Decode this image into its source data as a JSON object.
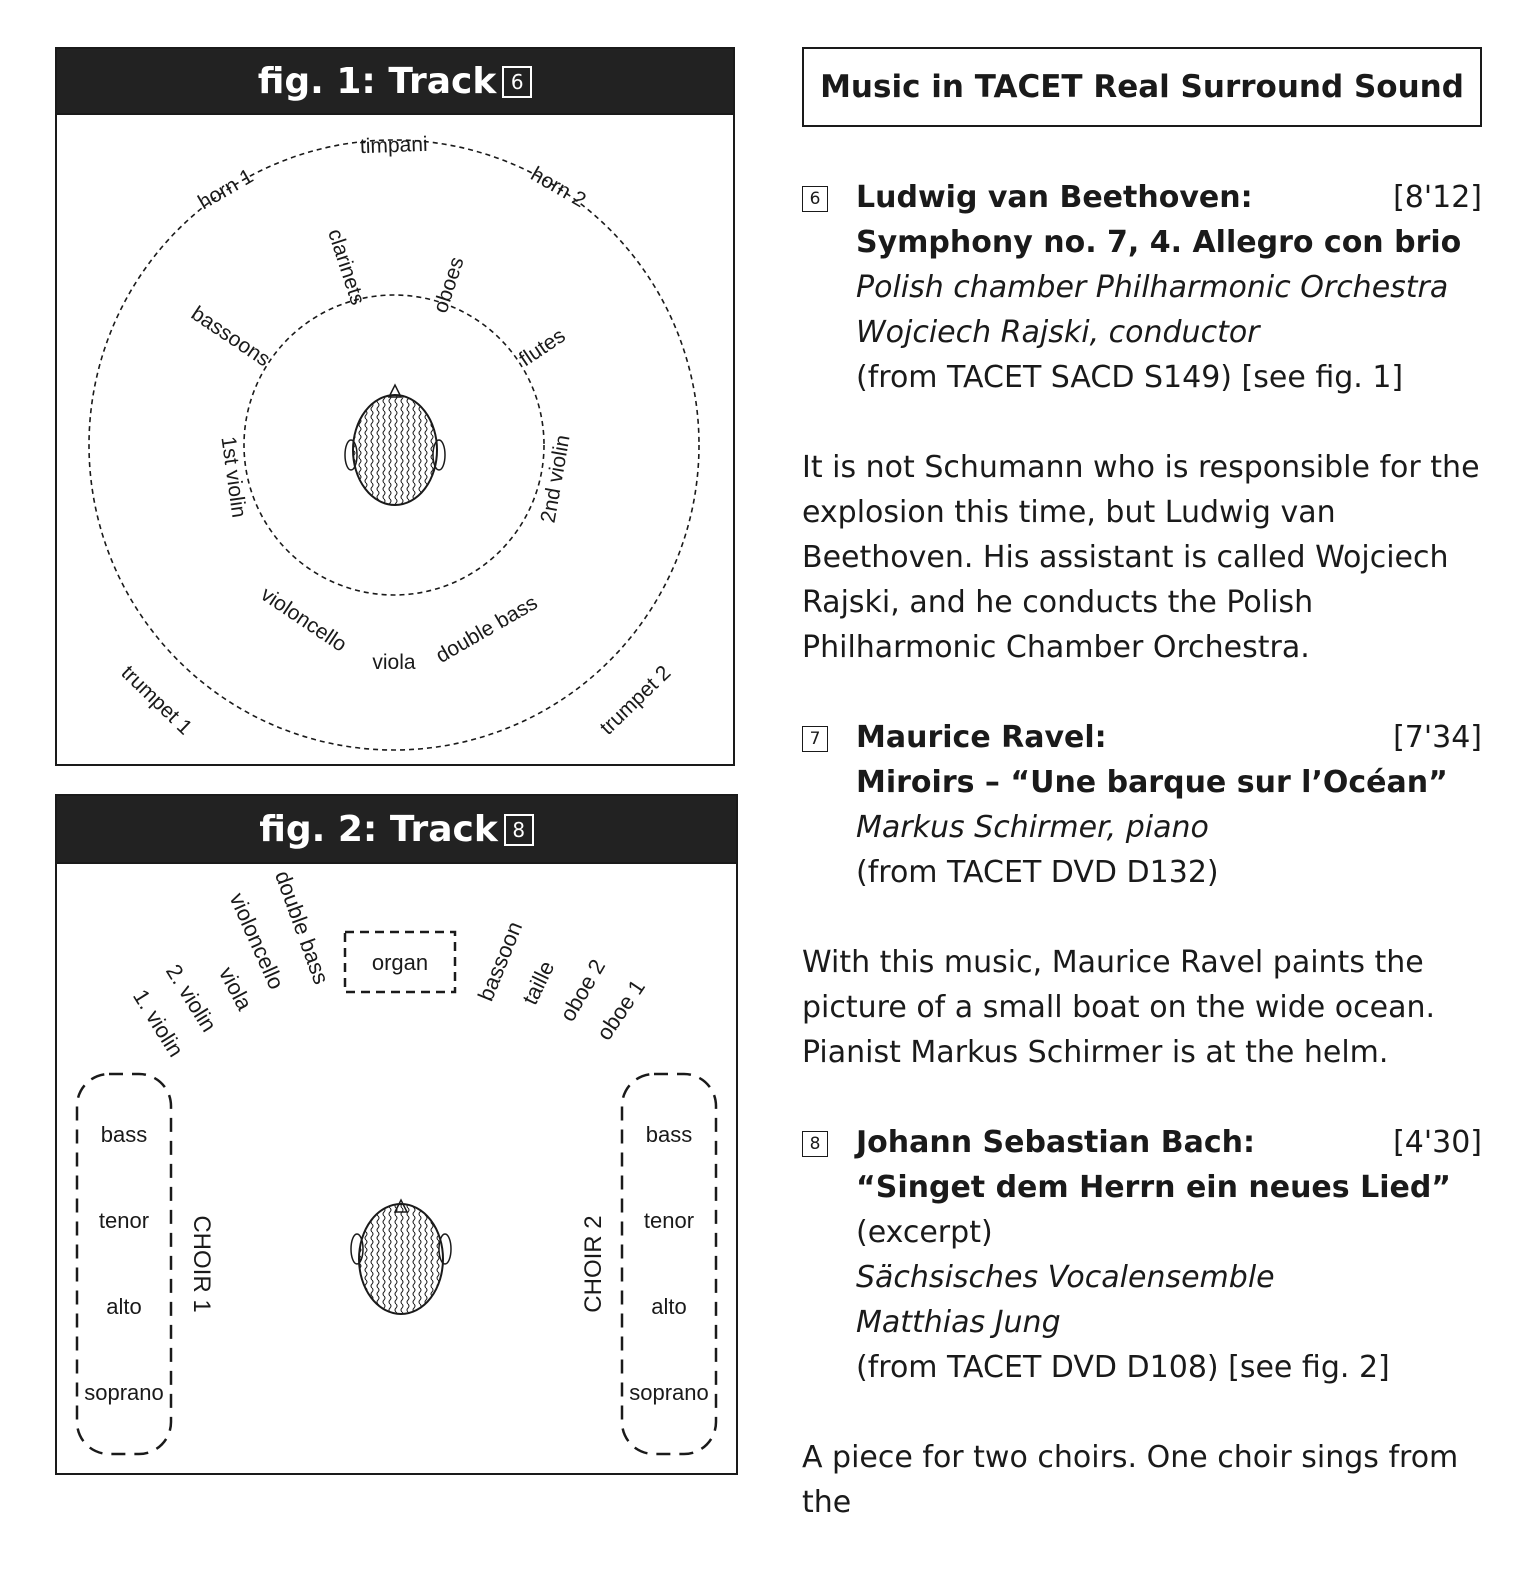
{
  "fig1": {
    "title": "fig. 1: Track",
    "track_num": "6",
    "labels": {
      "timpani": "timpani",
      "horn1": "horn 1",
      "horn2": "horn 2",
      "clarinets": "clarinets",
      "oboes": "oboes",
      "bassoons": "bassoons",
      "flutes": "flutes",
      "violin1": "1st violin",
      "violin2": "2nd violin",
      "violoncello": "violoncello",
      "viola": "viola",
      "doublebass": "double bass",
      "trumpet1": "trumpet 1",
      "trumpet2": "trumpet 2"
    }
  },
  "fig2": {
    "title": "fig. 2: Track",
    "track_num": "8",
    "labels": {
      "violin1": "1. violin",
      "violin2": "2. violin",
      "viola": "viola",
      "violoncello": "violoncello",
      "doublebass": "double bass",
      "organ": "organ",
      "bassoon": "bassoon",
      "taille": "taille",
      "oboe2": "oboe 2",
      "oboe1": "oboe 1"
    },
    "choir1": {
      "label": "CHOIR 1",
      "voices": [
        "bass",
        "tenor",
        "alto",
        "soprano"
      ]
    },
    "choir2": {
      "label": "CHOIR 2",
      "voices": [
        "bass",
        "tenor",
        "alto",
        "soprano"
      ]
    }
  },
  "right": {
    "title": "Music in TACET Real Surround Sound",
    "tracks": [
      {
        "num": "6",
        "composer": "Ludwig van Beethoven:",
        "duration": "[8'12]",
        "work": "Symphony no. 7, 4. Allegro con brio",
        "performers": [
          "Polish chamber Philharmonic Orchestra",
          "Wojciech Rajski, conductor"
        ],
        "source": "(from TACET SACD S149) [see fig. 1]"
      },
      {
        "num": "7",
        "composer": "Maurice Ravel:",
        "duration": "[7'34]",
        "work": "Miroirs – “Une barque sur l’Océan”",
        "performers": [
          "Markus Schirmer, piano"
        ],
        "source": "(from TACET DVD D132)"
      },
      {
        "num": "8",
        "composer": "Johann Sebastian Bach:",
        "duration": "[4'30]",
        "work": "“Singet dem Herrn ein neues Lied”",
        "note": "(excerpt)",
        "performers": [
          "Sächsisches Vocalensemble",
          "Matthias Jung"
        ],
        "source": "(from TACET DVD D108) [see fig. 2]"
      }
    ],
    "paragraphs": [
      "It is not Schumann who is responsible for the explosion this time, but Ludwig van Beethoven. His assistant is called Wojciech Rajski, and he conducts the Polish Philharmonic Chamber Orchestra.",
      "With this music, Maurice Ravel paints the picture of a small boat on the wide ocean. Pianist Markus Schirmer is at the helm.",
      "A piece for two choirs. One choir sings from the"
    ]
  }
}
